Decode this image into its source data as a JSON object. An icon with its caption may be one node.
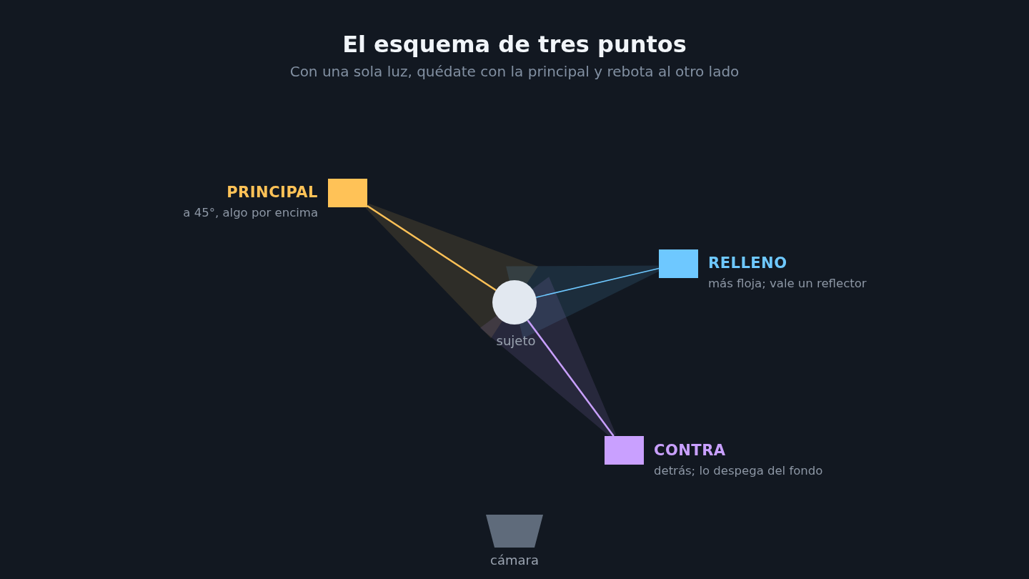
{
  "diagram": {
    "title": "El esquema de tres puntos",
    "nodes": [
      {
        "text": [],
        "shape": "box",
        "beside": [
          "PRINCIPAL",
          "a 45°, algo por encima"
        ]
      },
      {
        "text": [],
        "shape": "box",
        "beside": [
          "RELLENO",
          "más floja; vale un reflector"
        ]
      },
      {
        "text": [],
        "shape": "circle",
        "beside": [
          "sujeto"
        ]
      },
      {
        "text": [],
        "shape": "box",
        "beside": [
          "CONTRA",
          "detrás; lo despega del fondo"
        ]
      },
      {
        "text": [],
        "shape": "trapezoid",
        "beside": [
          "cámara"
        ]
      }
    ],
    "edges": [
      {
        "from": 0,
        "to": 2,
        "arrow": "none",
        "color": "#ffc257"
      },
      {
        "from": 1,
        "to": 2,
        "arrow": "none",
        "color": "#6ec8ff"
      },
      {
        "from": 3,
        "to": 2,
        "arrow": "none",
        "color": "#c9a0ff"
      }
    ],
    "labels": [
      "Con una sola luz, quédate con la principal y rebota al otro lado"
    ]
  }
}
